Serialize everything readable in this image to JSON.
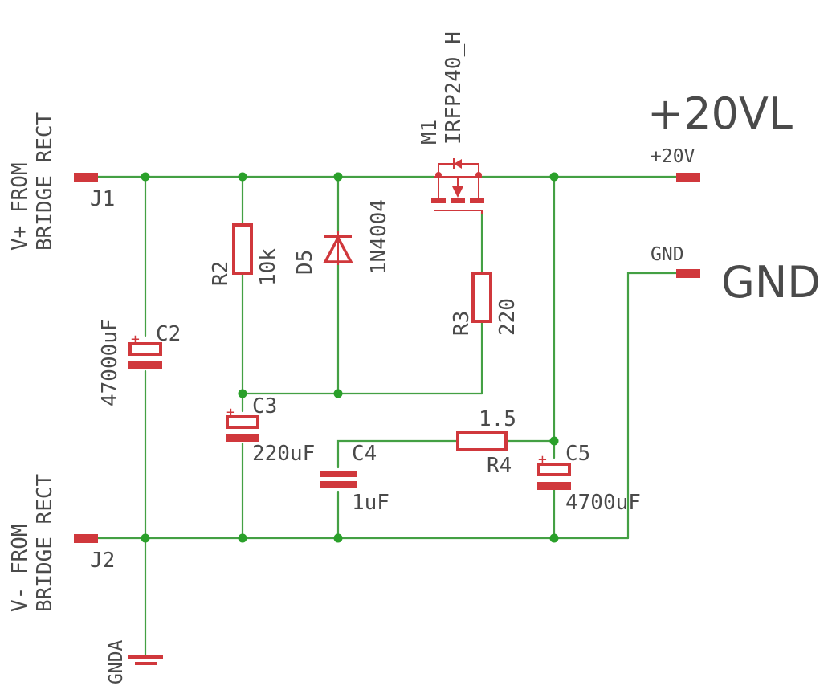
{
  "colors": {
    "wire": "#44a044",
    "component": "#d0383c",
    "junction": "#2aa02a",
    "text": "#4a4a4a"
  },
  "connectors": {
    "j1": {
      "name": "J1",
      "desc": "V+ FROM BRIDGE RECT"
    },
    "j2": {
      "name": "J2",
      "desc": "V- FROM BRIDGE RECT"
    },
    "out_pos": {
      "net": "+20V",
      "label": "+20VL"
    },
    "out_gnd": {
      "net": "GND",
      "label": "GND"
    },
    "gnda": "GNDA"
  },
  "desc_lines": {
    "j1_line1": "V+ FROM",
    "j1_line2": "BRIDGE RECT",
    "j2_line1": "V- FROM",
    "j2_line2": "BRIDGE RECT"
  },
  "components": {
    "m1": {
      "name": "M1",
      "value": "IRFP240_H"
    },
    "r2": {
      "name": "R2",
      "value": "10k"
    },
    "d5": {
      "name": "D5",
      "value": "1N4004"
    },
    "r3": {
      "name": "R3",
      "value": "220"
    },
    "c2": {
      "name": "C2",
      "value": "47000uF"
    },
    "c3": {
      "name": "C3",
      "value": "220uF"
    },
    "c4": {
      "name": "C4",
      "value": "1uF"
    },
    "r4": {
      "name": "R4",
      "value": "1.5"
    },
    "c5": {
      "name": "C5",
      "value": "4700uF"
    }
  },
  "polarity_mark": "+"
}
